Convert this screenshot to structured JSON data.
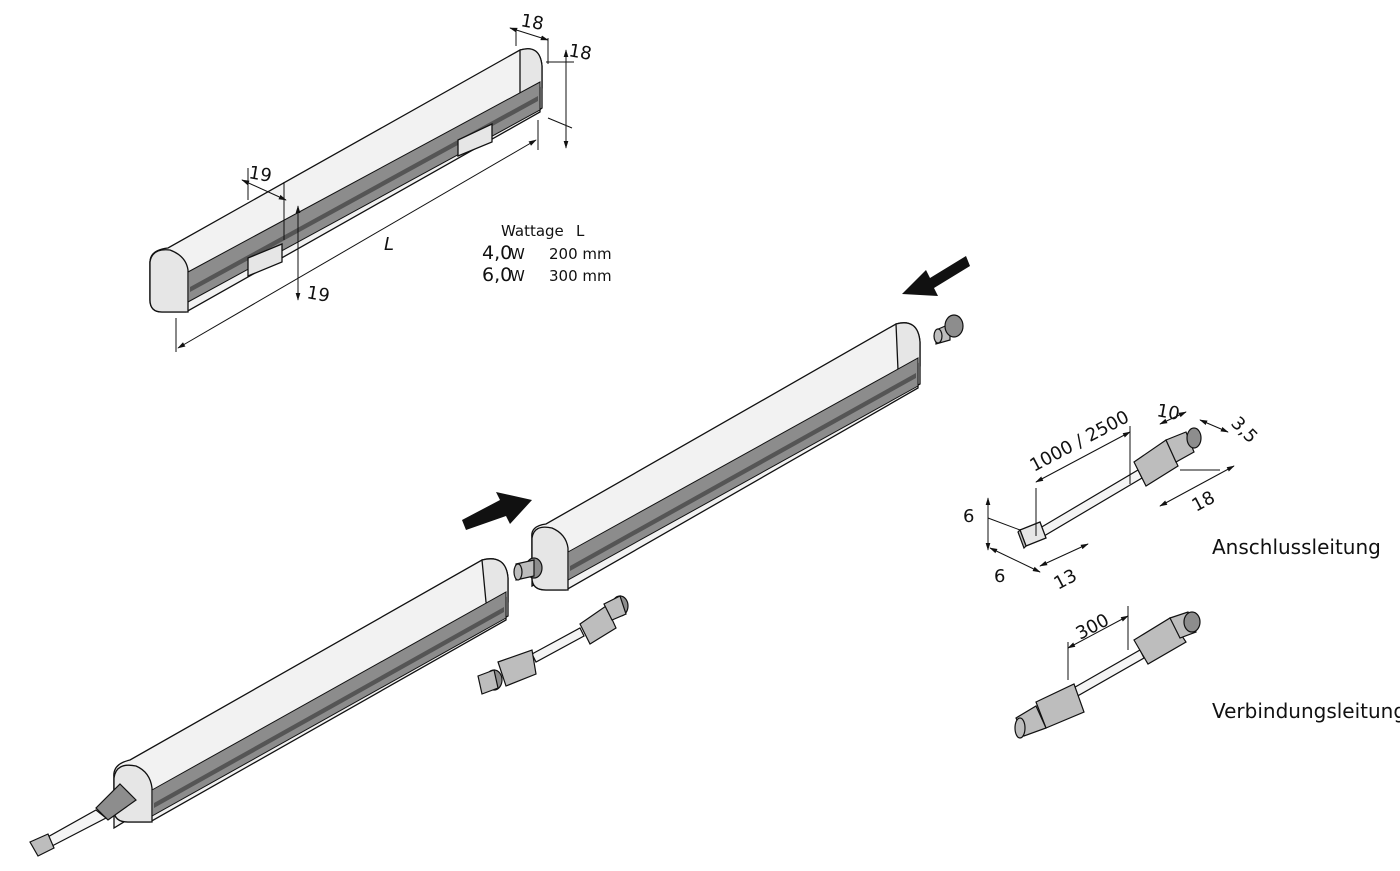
{
  "dimensions": {
    "top_width": "18",
    "top_height": "18",
    "clip_top": "19",
    "clip_bottom": "19",
    "length_symbol": "L",
    "cable_length": "1000 / 2500",
    "plug_length": "10",
    "plug_diameter": "3,5",
    "boot_length": "18",
    "connector_height": "6",
    "connector_width": "6",
    "connector_length": "13",
    "connection_cable_length": "300"
  },
  "table": {
    "header_wattage": "Wattage",
    "header_length": "L",
    "rows": [
      {
        "value": "4,0",
        "unit": "W",
        "length": "200 mm"
      },
      {
        "value": "6,0",
        "unit": "W",
        "length": "300 mm"
      }
    ]
  },
  "labels": {
    "supply_cable": "Anschlussleitung",
    "connection_cable": "Verbindungsleitung"
  }
}
